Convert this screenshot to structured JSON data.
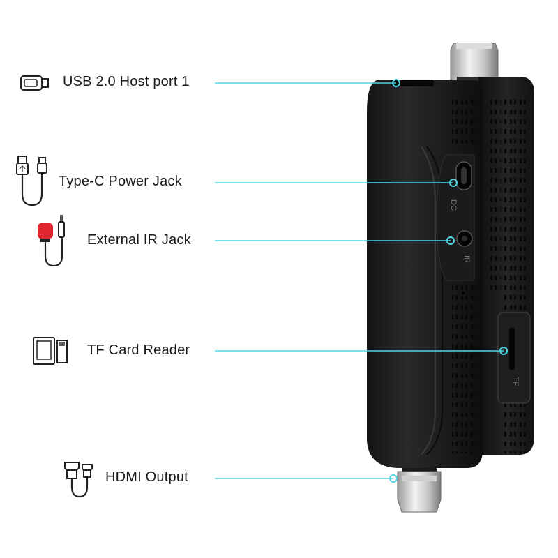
{
  "accent_color": "#4fd6e2",
  "device_color": "#1d1d1f",
  "callouts": [
    {
      "id": "usb",
      "label": "USB 2.0 Host port 1",
      "icon": "usb-stick-icon"
    },
    {
      "id": "typec",
      "label": "Type-C Power Jack",
      "icon": "usb-cable-icon"
    },
    {
      "id": "ir",
      "label": "External IR Jack",
      "icon": "ir-receiver-cable-icon"
    },
    {
      "id": "tf",
      "label": "TF Card Reader",
      "icon": "sd-card-icon"
    },
    {
      "id": "hdmi",
      "label": "HDMI Output",
      "icon": "hdmi-cable-icon"
    }
  ],
  "device": {
    "port_markings": [
      "DC",
      "IR",
      "TF"
    ]
  }
}
